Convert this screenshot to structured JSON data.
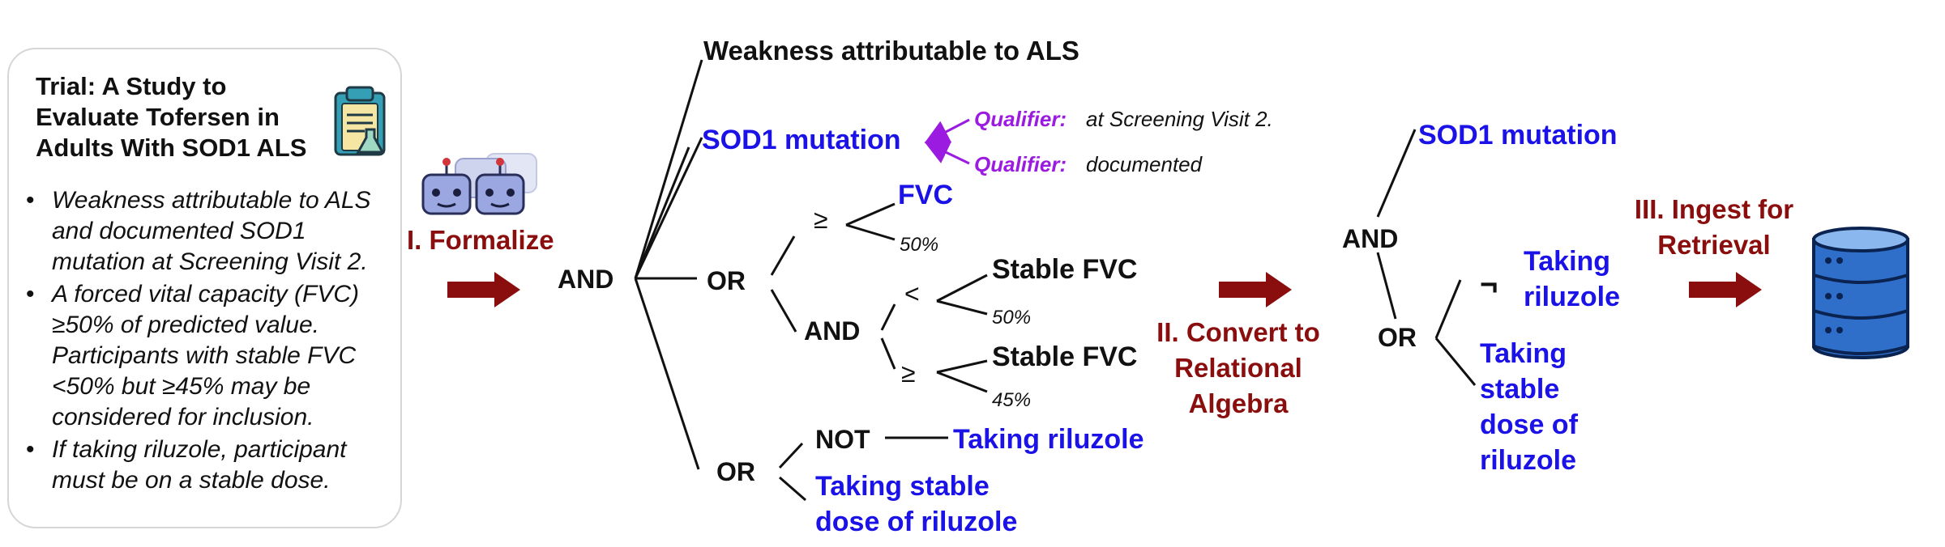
{
  "trial_card": {
    "title_lines": [
      "Trial: A Study to",
      "Evaluate Tofersen in",
      "Adults With SOD1 ALS"
    ],
    "bullets": [
      [
        "Weakness attributable to ALS",
        "and documented SOD1",
        "mutation at Screening Visit 2."
      ],
      [
        "A forced vital capacity (FVC)",
        "≥50% of predicted value.",
        "Participants with stable FVC",
        "<50% but ≥45% may be",
        "considered for inclusion."
      ],
      [
        "If taking riluzole, participant",
        "must be on a stable dose."
      ]
    ],
    "icon": "clipboard-flask-icon"
  },
  "steps": {
    "formalize": "I. Formalize",
    "convert": [
      "II. Convert to",
      "Relational",
      "Algebra"
    ],
    "ingest": [
      "III. Ingest for",
      "Retrieval"
    ]
  },
  "icons": {
    "robots": "robot-group-icon",
    "database": "database-icon",
    "arrow": "right-arrow-icon"
  },
  "tree1": {
    "root": "AND",
    "weakness": "Weakness attributable to ALS",
    "sod1": "SOD1 mutation",
    "qualifier_label": "Qualifier:",
    "qualifier1_value": "at Screening Visit 2.",
    "qualifier2_value": "documented",
    "or1": "OR",
    "ge1": "≥",
    "fvc": "FVC",
    "pct50a": "50%",
    "and2": "AND",
    "lt": "<",
    "stable_fvc1": "Stable FVC",
    "pct50b": "50%",
    "ge2": "≥",
    "stable_fvc2": "Stable FVC",
    "pct45": "45%",
    "or2": "OR",
    "not": "NOT",
    "taking_riluzole": "Taking riluzole",
    "stable_dose": [
      "Taking stable",
      "dose of riluzole"
    ]
  },
  "tree2": {
    "root": "AND",
    "sod1": "SOD1 mutation",
    "or": "OR",
    "neg": "¬",
    "taking_riluzole": [
      "Taking",
      "riluzole"
    ],
    "stable_dose": [
      "Taking",
      "stable",
      "dose of",
      "riluzole"
    ]
  },
  "colors": {
    "dark_red": "#8b0e0e",
    "blue": "#1a12e6",
    "purple": "#9b1be0",
    "black": "#111111"
  }
}
